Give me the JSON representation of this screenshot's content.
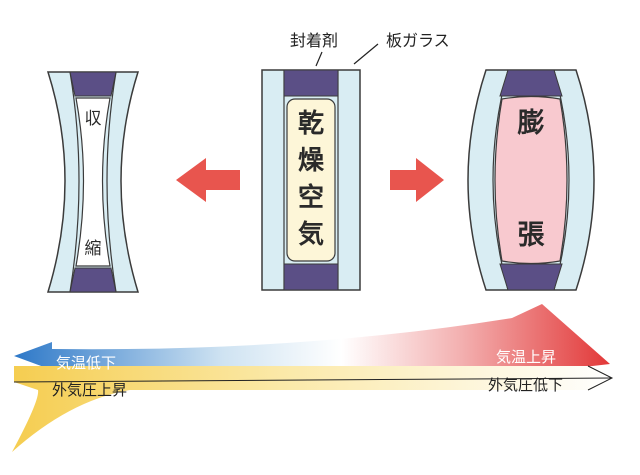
{
  "labels": {
    "sealant": "封着剤",
    "glass": "板ガラス"
  },
  "left_panel": {
    "chars": [
      "収",
      "縮"
    ]
  },
  "center_panel": {
    "chars": [
      "乾",
      "燥",
      "空",
      "気"
    ]
  },
  "right_panel": {
    "chars": [
      "膨",
      "張"
    ]
  },
  "arrows": {
    "top_left": "気温低下",
    "top_right": "気温上昇",
    "bottom_left": "外気圧上昇",
    "bottom_right": "外気圧低下"
  },
  "colors": {
    "glass": "#d9edf3",
    "glass_stroke": "#3b3b3b",
    "sealant": "#5b4f86",
    "dry_air": "#fdf6d8",
    "expanded_air": "#f8c9cf",
    "arrow_red": "#e8554e",
    "blue_gradient_end": "#2f7ecb",
    "red_gradient_end": "#e23a3a",
    "yellow": "#f5cf57"
  }
}
